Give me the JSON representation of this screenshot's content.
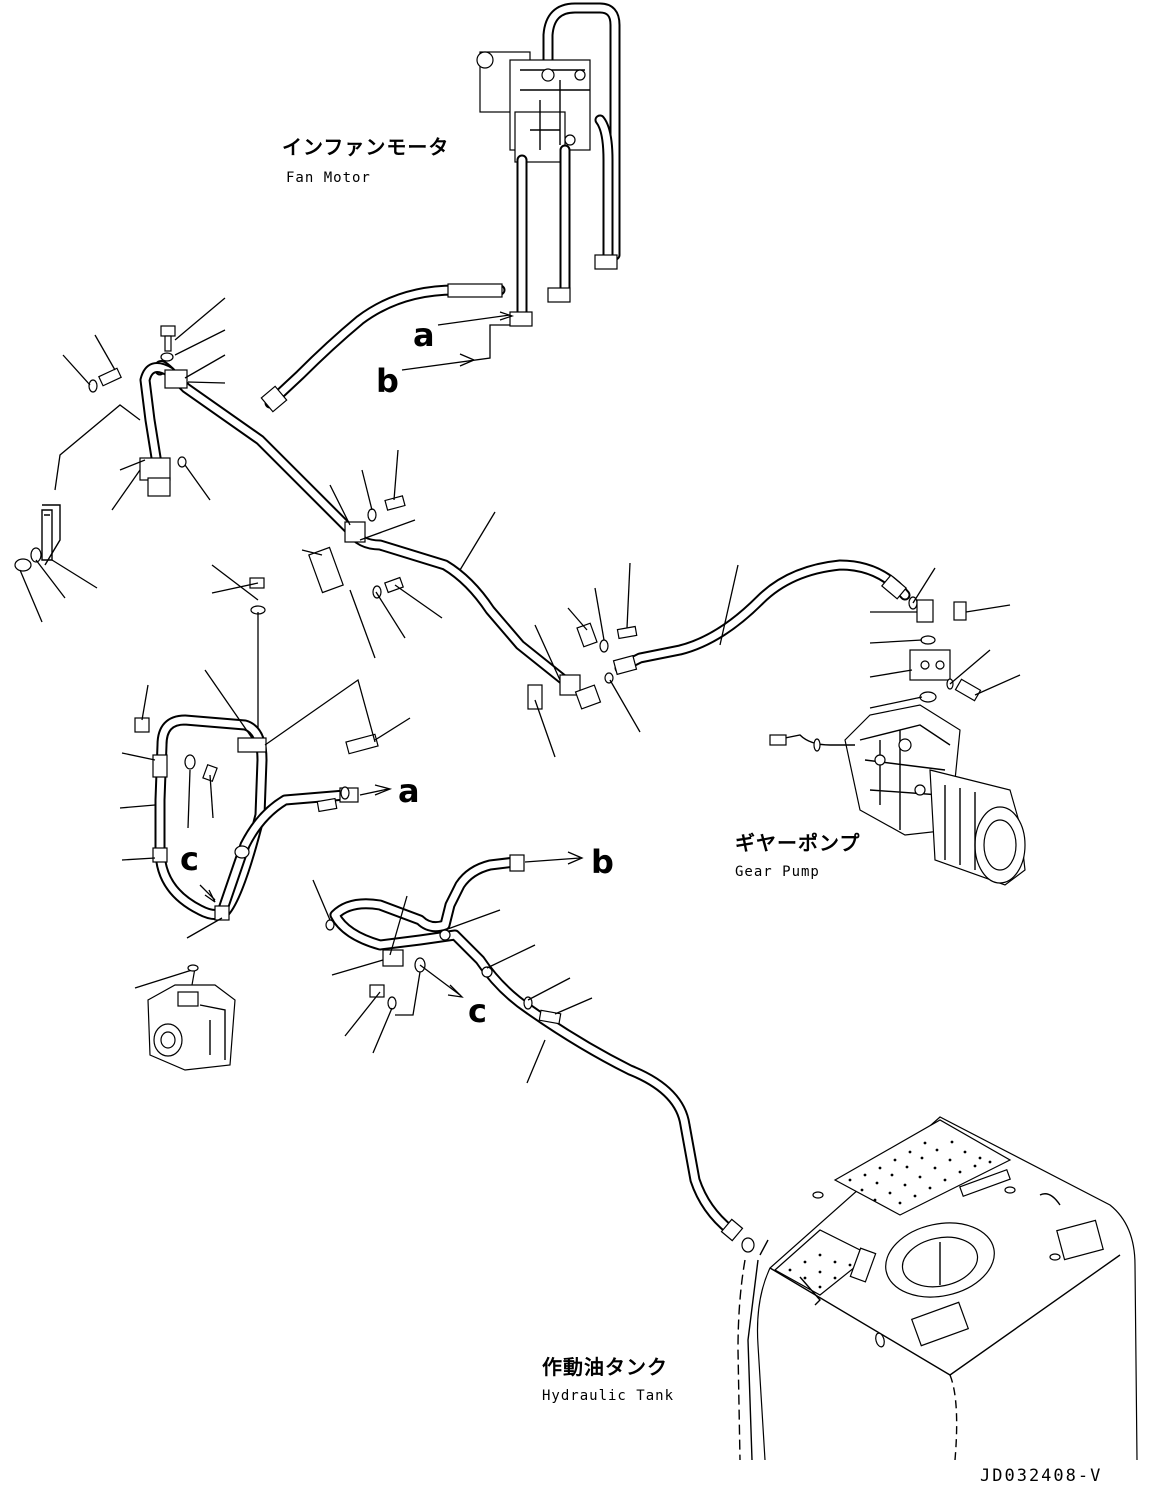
{
  "labels": {
    "fan_motor_jp": "インファンモータ",
    "fan_motor_en": "Fan Motor",
    "gear_pump_jp": "ギヤーポンプ",
    "gear_pump_en": "Gear Pump",
    "hydraulic_tank_jp": "作動油タンク",
    "hydraulic_tank_en": "Hydraulic Tank"
  },
  "reference_marks": {
    "a_top": "a",
    "b_top": "b",
    "a_mid": "a",
    "b_mid": "b",
    "c_left": "c",
    "c_mid": "c"
  },
  "drawing_code": "JD032408-V"
}
